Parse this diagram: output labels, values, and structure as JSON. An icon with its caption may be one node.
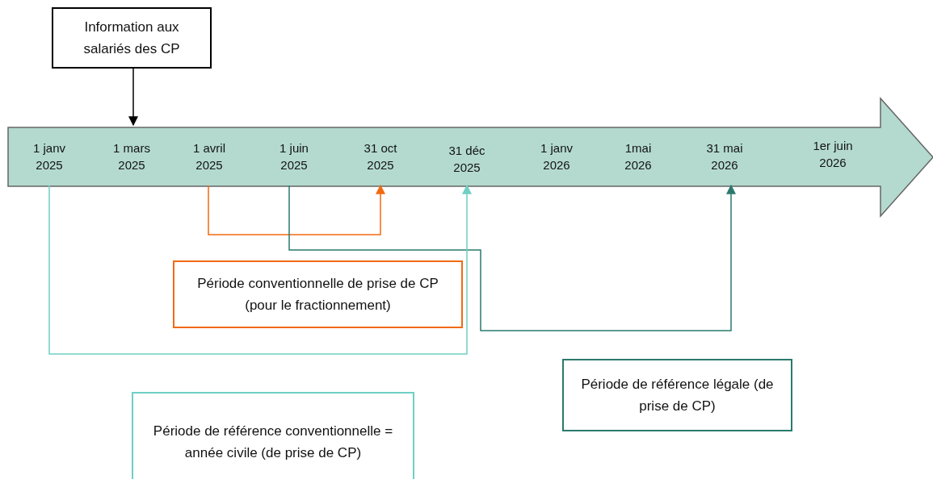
{
  "diagram": {
    "nodes": [
      {
        "text": [
          "Information aux salariés des CP"
        ]
      },
      {
        "text": [],
        "shape": "arrow"
      },
      {
        "text": [
          "1 janv 2025"
        ],
        "in": 1
      },
      {
        "text": [
          "1 mars 2025"
        ],
        "in": 1
      },
      {
        "text": [
          "1 avril 2025"
        ],
        "in": 1
      },
      {
        "text": [
          "1 juin 2025"
        ],
        "in": 1
      },
      {
        "text": [
          "31 oct 2025"
        ],
        "in": 1
      },
      {
        "text": [
          "31 déc 2025"
        ],
        "in": 1
      },
      {
        "text": [
          "1 janv 2026"
        ],
        "in": 1
      },
      {
        "text": [
          "1mai 2026"
        ],
        "in": 1
      },
      {
        "text": [
          "31 mai 2026"
        ],
        "in": 1
      },
      {
        "text": [
          "1er juin 2026"
        ],
        "in": 1
      },
      {
        "text": [
          "Période conventionnelle de prise de CP (pour le fractionnement)"
        ]
      },
      {
        "text": [
          "Période de référence légale (de prise de CP)"
        ]
      },
      {
        "text": [
          "Période de référence conventionnelle = année civile (de prise de CP)"
        ]
      }
    ],
    "edges": [
      {
        "from": 0,
        "to": 3,
        "arrow": "to",
        "color": "#000000"
      },
      {
        "from": 4,
        "to": 6,
        "arrow": "to",
        "color": "#f26a12"
      },
      {
        "from": 5,
        "to": 10,
        "arrow": "to",
        "color": "#2a7a6c"
      },
      {
        "from": 2,
        "to": 7,
        "arrow": "to",
        "color": "#6fd0c3"
      }
    ]
  }
}
